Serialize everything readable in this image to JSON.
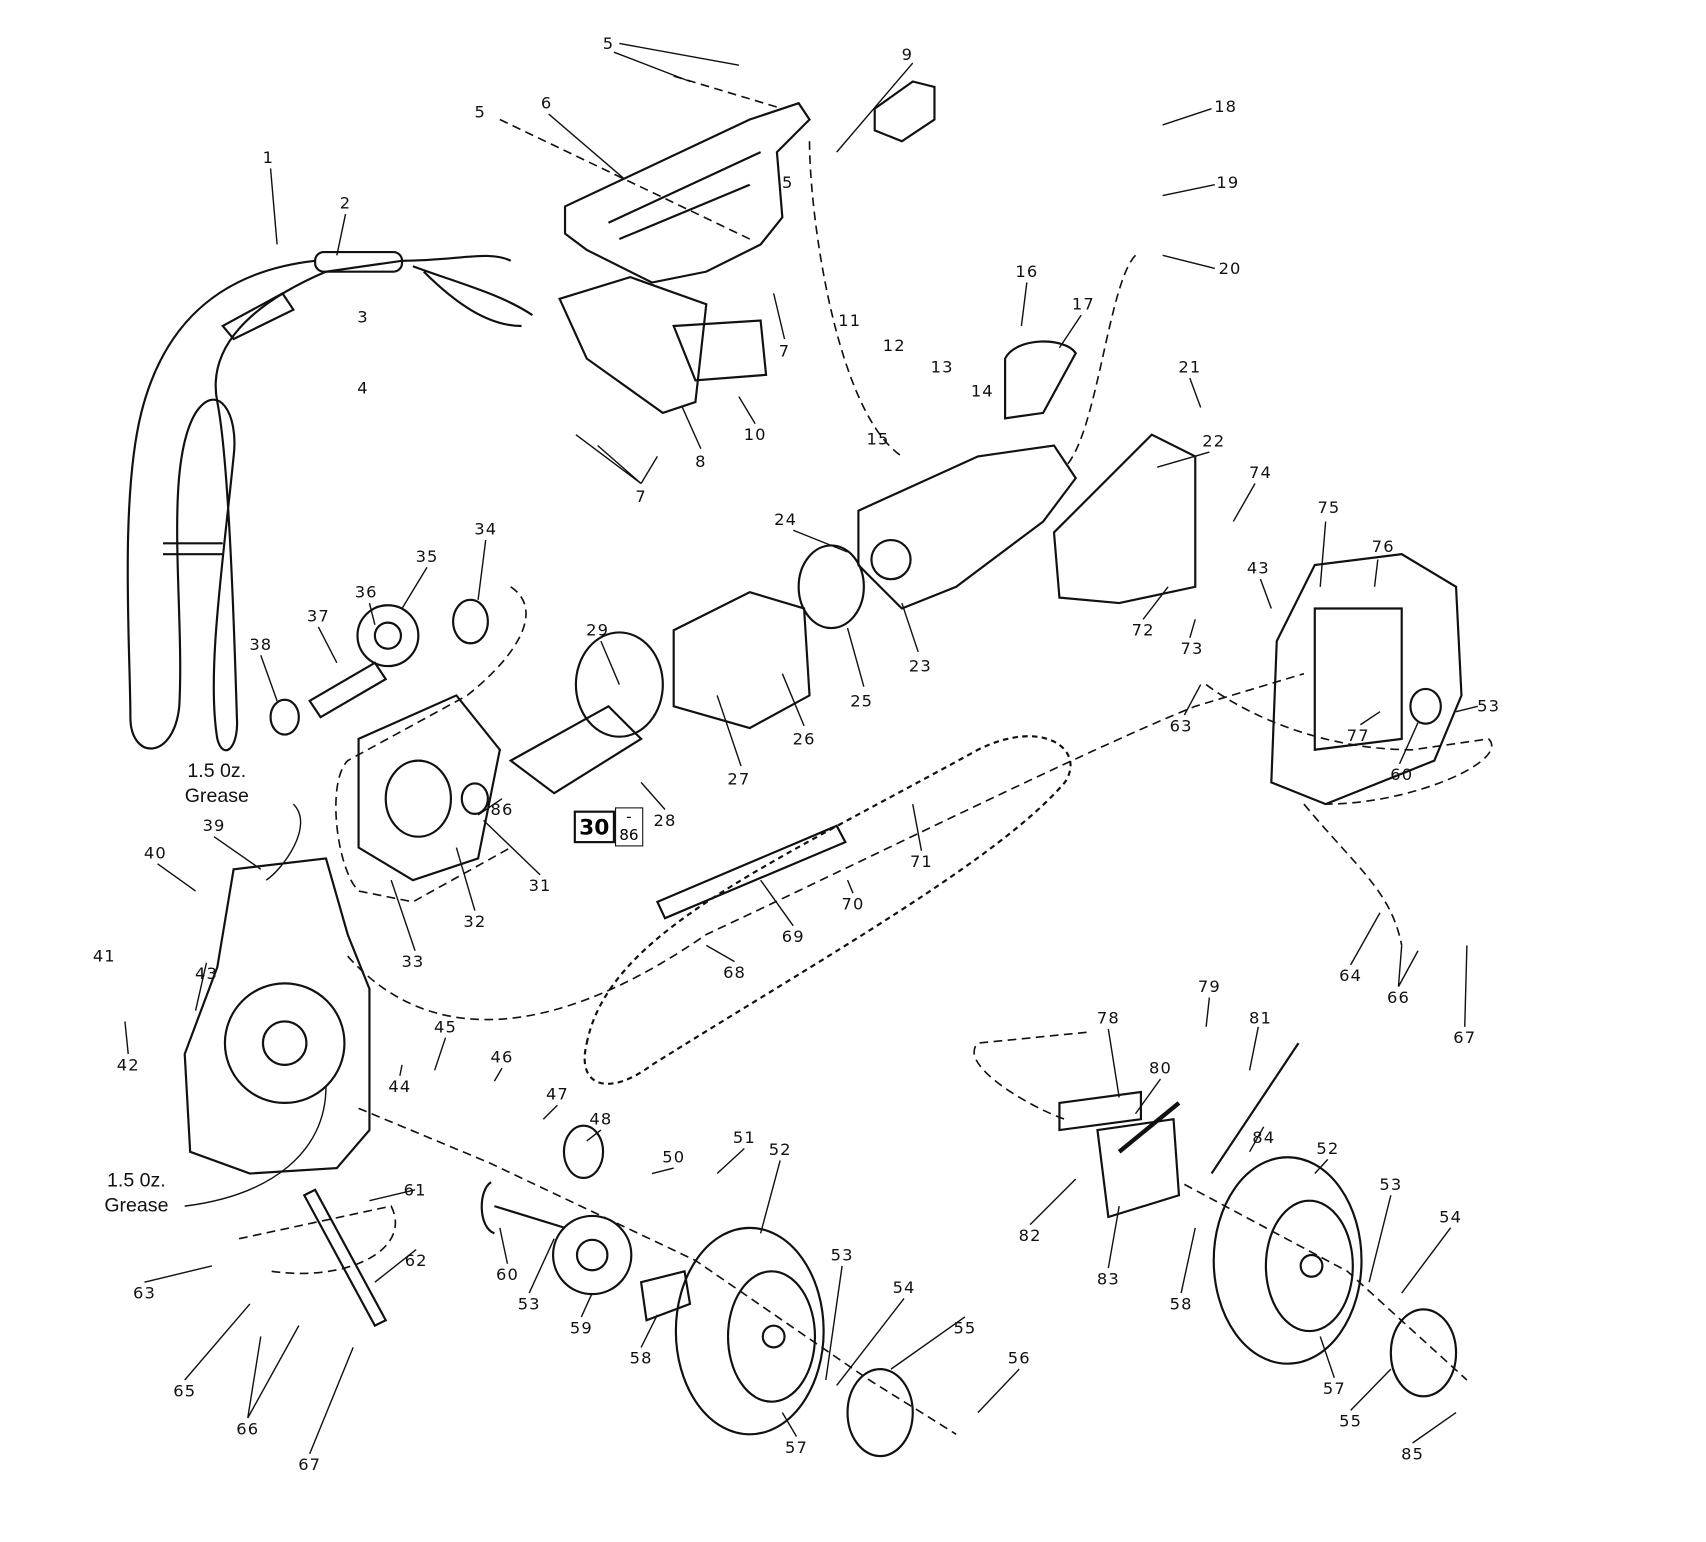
{
  "labels": [
    "5",
    "6",
    "9",
    "18",
    "19",
    "20",
    "5",
    "5",
    "1",
    "2",
    "3",
    "4",
    "7",
    "8",
    "10",
    "7",
    "16",
    "17",
    "11",
    "12",
    "13",
    "14",
    "15",
    "21",
    "22",
    "74",
    "24",
    "75",
    "76",
    "34",
    "36",
    "35",
    "37",
    "38",
    "29",
    "43",
    "72",
    "73",
    "23",
    "25",
    "26",
    "27",
    "63",
    "53",
    "77",
    "60",
    "28",
    "86",
    "31",
    "71",
    "39",
    "40",
    "32",
    "33",
    "70",
    "69",
    "68",
    "64",
    "66",
    "67",
    "41",
    "43",
    "42",
    "79",
    "81",
    "78",
    "80",
    "45",
    "46",
    "47",
    "48",
    "44",
    "51",
    "50",
    "84",
    "52",
    "53",
    "54",
    "82",
    "83",
    "58",
    "57",
    "55",
    "85",
    "61",
    "60",
    "53",
    "62",
    "63",
    "59",
    "52",
    "53",
    "54",
    "55",
    "58",
    "56",
    "57",
    "65",
    "66",
    "67"
  ],
  "notes": {
    "grease_top": [
      "1.5 0z.",
      "Grease"
    ],
    "grease_bottom": [
      "1.5 0z.",
      "Grease"
    ]
  },
  "ref_box": {
    "number": "30",
    "fraction_top": "-",
    "fraction_bottom": "86"
  }
}
